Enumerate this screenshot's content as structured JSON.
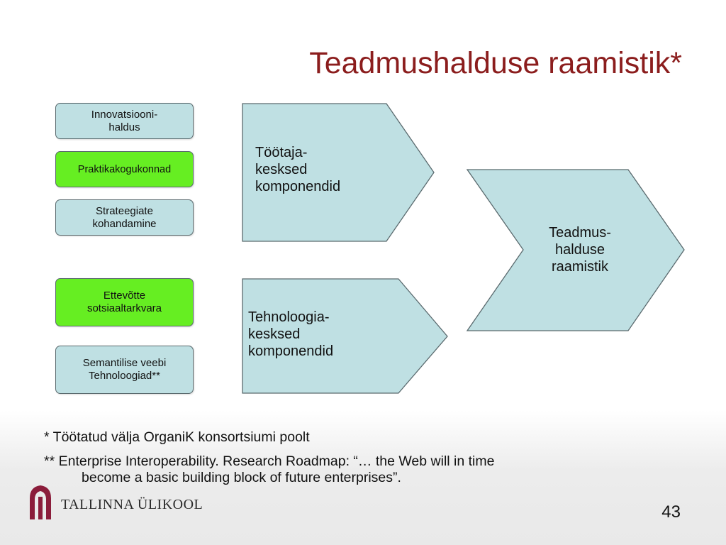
{
  "title": "Teadmushalduse raamistik*",
  "left_boxes": [
    {
      "text": "Innovatsiooni-\nhaldus",
      "color": "#bfe0e3"
    },
    {
      "text": "Praktikakogukonnad",
      "color": "#66ee22"
    },
    {
      "text": "Strateegiate\nkohandamine",
      "color": "#bfe0e3"
    },
    {
      "text": "Ettevõtte\nsotsiaaltarkvara",
      "color": "#66ee22"
    },
    {
      "text": "Semantilise veebi\nTehnoloogiad**",
      "color": "#bfe0e3"
    }
  ],
  "arrows": [
    {
      "text": "Töötaja-\nkesksed\nkomponendid"
    },
    {
      "text": "Tehnoloogia-\nkesksed\nkomponendid"
    },
    {
      "text": "Teadmus-\nhalduse\nraamistik"
    }
  ],
  "footnotes": {
    "note1": "* Töötatud välja OrganiK konsortsiumi poolt",
    "note2_line1": "** Enterprise Interoperability. Research Roadmap: “… the Web will in time",
    "note2_line2": "become a basic building block of future enterprises”."
  },
  "logo": {
    "name": "TALLINNA ÜLIKOOL",
    "icon": "tallinn-university-logo-icon",
    "color": "#8b1d3b"
  },
  "page_number": "43",
  "colors": {
    "title": "#8b1d1d",
    "arrow_fill": "#bfe0e3"
  }
}
